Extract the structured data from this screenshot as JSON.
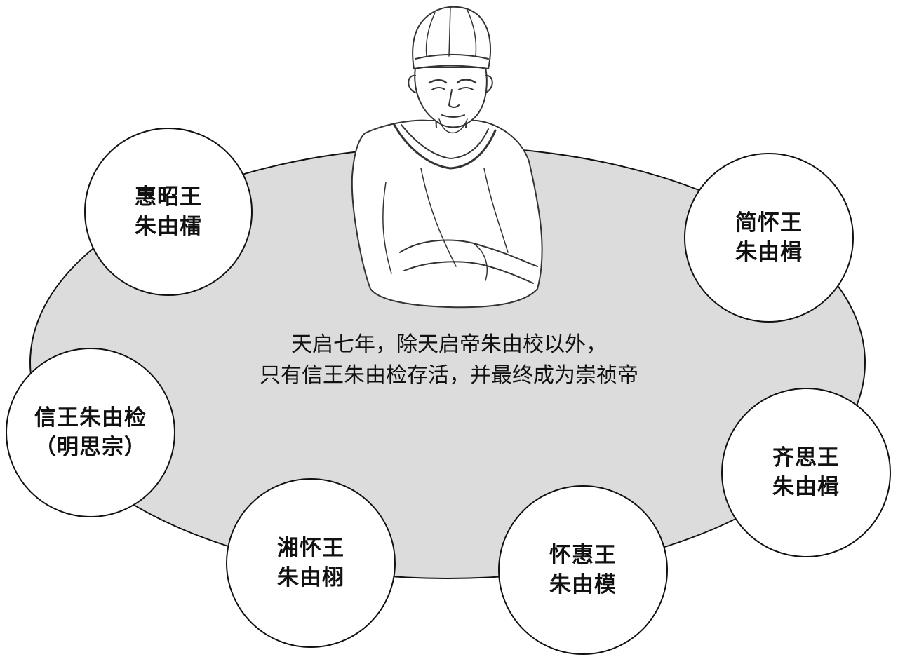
{
  "colors": {
    "ellipse_fill": "#dcdcdc",
    "stroke": "#111111",
    "background": "#ffffff"
  },
  "portrait": {
    "icon": "emperor-portrait-illustration"
  },
  "caption": {
    "line1": "天启七年，除天启帝朱由校以外，",
    "line2": "只有信王朱由检存活，并最终成为崇祯帝"
  },
  "nodes": [
    {
      "line1": "惠昭王",
      "line2": "朱由檑"
    },
    {
      "line1": "简怀王",
      "line2": "朱由楫"
    },
    {
      "line1": "信王朱由检",
      "line2": "（明思宗）"
    },
    {
      "line1": "齐思王",
      "line2": "朱由楫"
    },
    {
      "line1": "湘怀王",
      "line2": "朱由栩"
    },
    {
      "line1": "怀惠王",
      "line2": "朱由模"
    }
  ]
}
